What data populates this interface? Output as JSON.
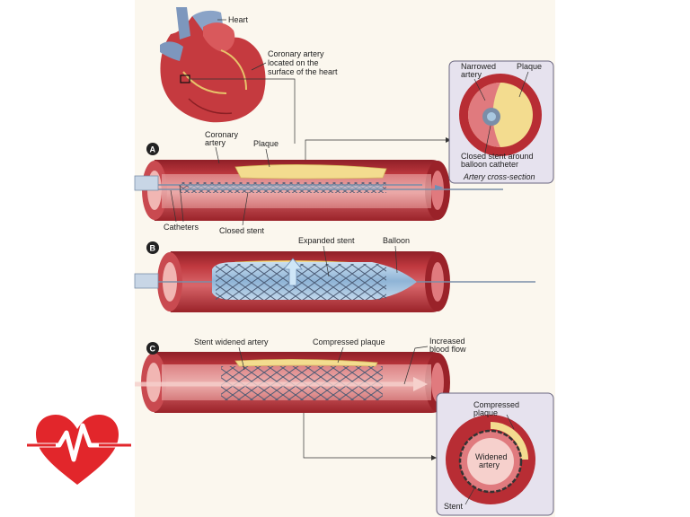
{
  "labels": {
    "heart": "Heart",
    "coronary_artery_located": [
      "Coronary artery",
      "located on the",
      "surface of the heart"
    ],
    "coronary_artery": [
      "Coronary",
      "artery"
    ],
    "plaque": "Plaque",
    "catheters": "Catheters",
    "closed_stent": "Closed stent",
    "expanded_stent": "Expanded stent",
    "balloon": "Balloon",
    "stent_widened_artery": "Stent widened artery",
    "compressed_plaque": "Compressed plaque",
    "increased_blood_flow": [
      "Increased",
      "blood flow"
    ],
    "narrowed_artery": [
      "Narrowed",
      "artery"
    ],
    "cross_plaque": "Plaque",
    "closed_stent_around": [
      "Closed stent around",
      "balloon catheter"
    ],
    "artery_cross_section": "Artery cross-section",
    "compressed_plaque_2": [
      "Compressed",
      "plaque"
    ],
    "widened_artery": [
      "Widened",
      "artery"
    ],
    "stent": "Stent"
  },
  "steps": [
    "A",
    "B",
    "C"
  ],
  "colors": {
    "background_panel": "#fbf7ee",
    "artery_outer": "#b82d34",
    "artery_inner": "#e07a7e",
    "plaque": "#f3dc8f",
    "stent": "#5a6e8c",
    "balloon": "#a9c8e0",
    "logo": "#e2262b",
    "inset_bg": "#e6e2ee"
  },
  "icons": {
    "logo": "heart-pulse-icon"
  }
}
